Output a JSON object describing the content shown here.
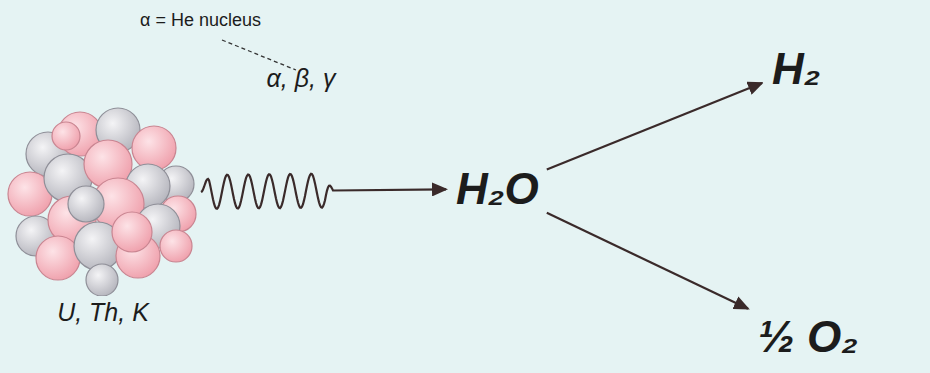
{
  "diagram": {
    "nodes": [
      {
        "text": [
          "U, Th, K"
        ]
      },
      {
        "text": [
          "H₂O"
        ]
      },
      {
        "text": [
          "H₂"
        ]
      },
      {
        "text": [
          "½ O₂"
        ]
      }
    ],
    "edges": [
      {
        "from": 0,
        "to": 1,
        "label": "α, β, γ",
        "arrow": "to"
      },
      {
        "from": 1,
        "to": 2,
        "arrow": "to"
      },
      {
        "from": 1,
        "to": 3,
        "arrow": "to"
      }
    ],
    "labels": [
      "α = He nucleus"
    ]
  }
}
